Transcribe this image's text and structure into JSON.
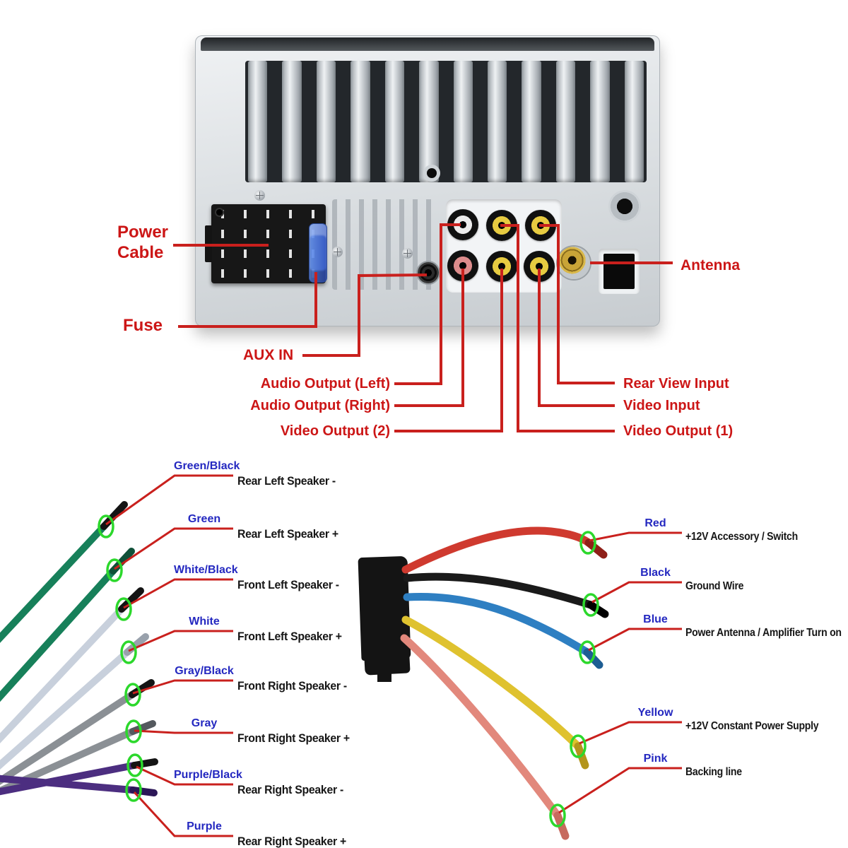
{
  "colors": {
    "leader_red": "#c9201d",
    "callout_red": "#cc1616",
    "wire_label_blue": "#2428c0",
    "function_black": "#161616",
    "ring_green": "#2cd82c",
    "unit_silver": "#d9dde0"
  },
  "head_unit": {
    "callouts": {
      "power_cable": "Power Cable",
      "fuse": "Fuse",
      "aux_in": "AUX IN",
      "audio_out_left": "Audio Output (Left)",
      "audio_out_right": "Audio Output (Right)",
      "video_out_2": "Video Output (2)",
      "antenna": "Antenna",
      "rear_view_input": "Rear View Input",
      "video_input": "Video Input",
      "video_out_1": "Video Output (1)"
    },
    "rca_jacks": [
      {
        "position": "top-left",
        "color": "white",
        "connects_to": "Audio Output (Left)"
      },
      {
        "position": "top-middle",
        "color": "yellow",
        "connects_to": "Video Output (1)"
      },
      {
        "position": "top-right",
        "color": "yellow",
        "connects_to": "Rear View Input"
      },
      {
        "position": "bottom-left",
        "color": "red",
        "connects_to": "Audio Output (Right)"
      },
      {
        "position": "bottom-middle",
        "color": "yellow",
        "connects_to": "Video Output (2)"
      },
      {
        "position": "bottom-right",
        "color": "yellow",
        "connects_to": "Video Input"
      }
    ]
  },
  "speaker_harness": {
    "wires": [
      {
        "color_name": "Green/Black",
        "function": "Rear Left Speaker -",
        "hex": "#17805a",
        "tip": "#141414"
      },
      {
        "color_name": "Green",
        "function": "Rear Left Speaker +",
        "hex": "#17805a",
        "tip": "#0f5038"
      },
      {
        "color_name": "White/Black",
        "function": "Front Left Speaker -",
        "hex": "#c8d0dc",
        "tip": "#141414"
      },
      {
        "color_name": "White",
        "function": "Front Left Speaker +",
        "hex": "#c8d0dc",
        "tip": "#99a1ac"
      },
      {
        "color_name": "Gray/Black",
        "function": "Front Right Speaker -",
        "hex": "#8b9095",
        "tip": "#141414"
      },
      {
        "color_name": "Gray",
        "function": "Front Right Speaker +",
        "hex": "#8b9095",
        "tip": "#54595e"
      },
      {
        "color_name": "Purple/Black",
        "function": "Rear Right Speaker -",
        "hex": "#4c2e80",
        "tip": "#141414"
      },
      {
        "color_name": "Purple",
        "function": "Rear Right Speaker +",
        "hex": "#4c2e80",
        "tip": "#2c1757"
      }
    ]
  },
  "power_harness": {
    "wires": [
      {
        "color_name": "Red",
        "function": "+12V Accessory / Switch",
        "hex": "#cf3a2f",
        "tip": "#8f2019"
      },
      {
        "color_name": "Black",
        "function": "Ground Wire",
        "hex": "#1a1a1a",
        "tip": "#000000"
      },
      {
        "color_name": "Blue",
        "function": "Power Antenna / Amplifier Turn on",
        "hex": "#2e7fc2",
        "tip": "#1d5d93"
      },
      {
        "color_name": "Yellow",
        "function": "+12V Constant Power Supply",
        "hex": "#dfc22f",
        "tip": "#b3951c"
      },
      {
        "color_name": "Pink",
        "function": "Backing line",
        "hex": "#e2887c",
        "tip": "#c76a5e"
      }
    ]
  }
}
